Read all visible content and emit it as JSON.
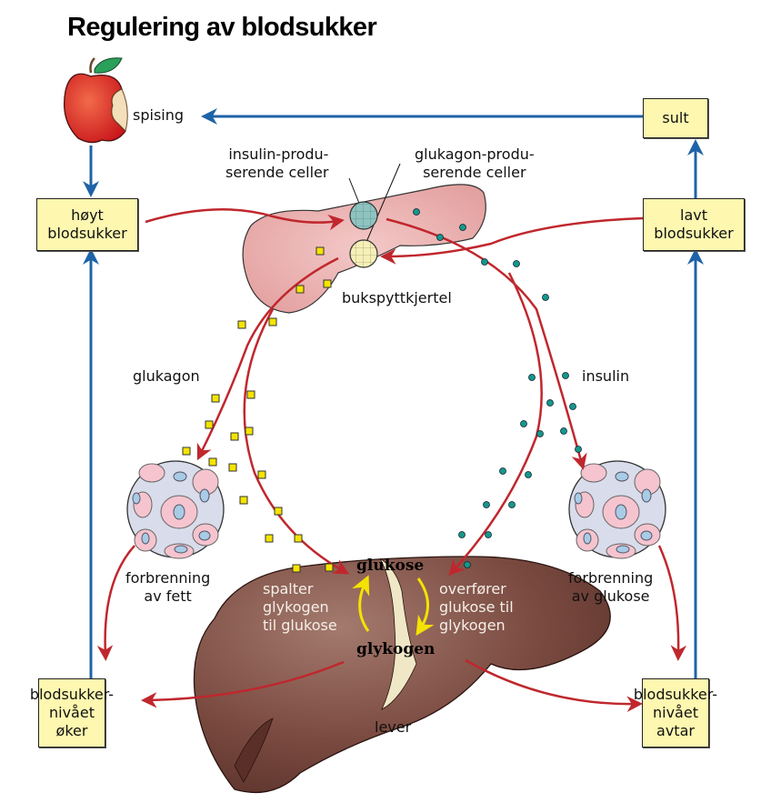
{
  "title": "Regulering av blodsukker",
  "boxes": {
    "sult": "sult",
    "hoyt_blodsukker": "høyt\nblodsukker",
    "lavt_blodsukker": "lavt\nblodsukker",
    "blodsukker_oker": "blodsukker-\nnivået\nøker",
    "blodsukker_avtar": "blodsukker-\nnivået\navtar"
  },
  "labels": {
    "spising": "spising",
    "insulin_cells": "insulin-produ-\nserende celler",
    "glukagon_cells": "glukagon-produ-\nserende celler",
    "bukspyttkjertel": "bukspyttkjertel",
    "glukagon": "glukagon",
    "insulin": "insulin",
    "forbrenning_fett": "forbrenning\nav fett",
    "forbrenning_glukose": "forbrenning\nav glukose",
    "lever": "lever"
  },
  "liver": {
    "glukose": "glukose",
    "glykogen": "glykogen",
    "spalter": "spalter\nglykogen\ntil glukose",
    "overforer": "overfører\nglukose til\nglykogen"
  },
  "colors": {
    "feedback_arrow": "#1e63a8",
    "hormone_arrow": "#c0272d",
    "box_fill": "#fdf7b0",
    "glucagon_marker": "#f5e400",
    "insulin_marker": "#14988a",
    "pancreas": "#e7a9a8",
    "liver": "#7a4a40",
    "conversion_arrow": "#f4e200"
  }
}
